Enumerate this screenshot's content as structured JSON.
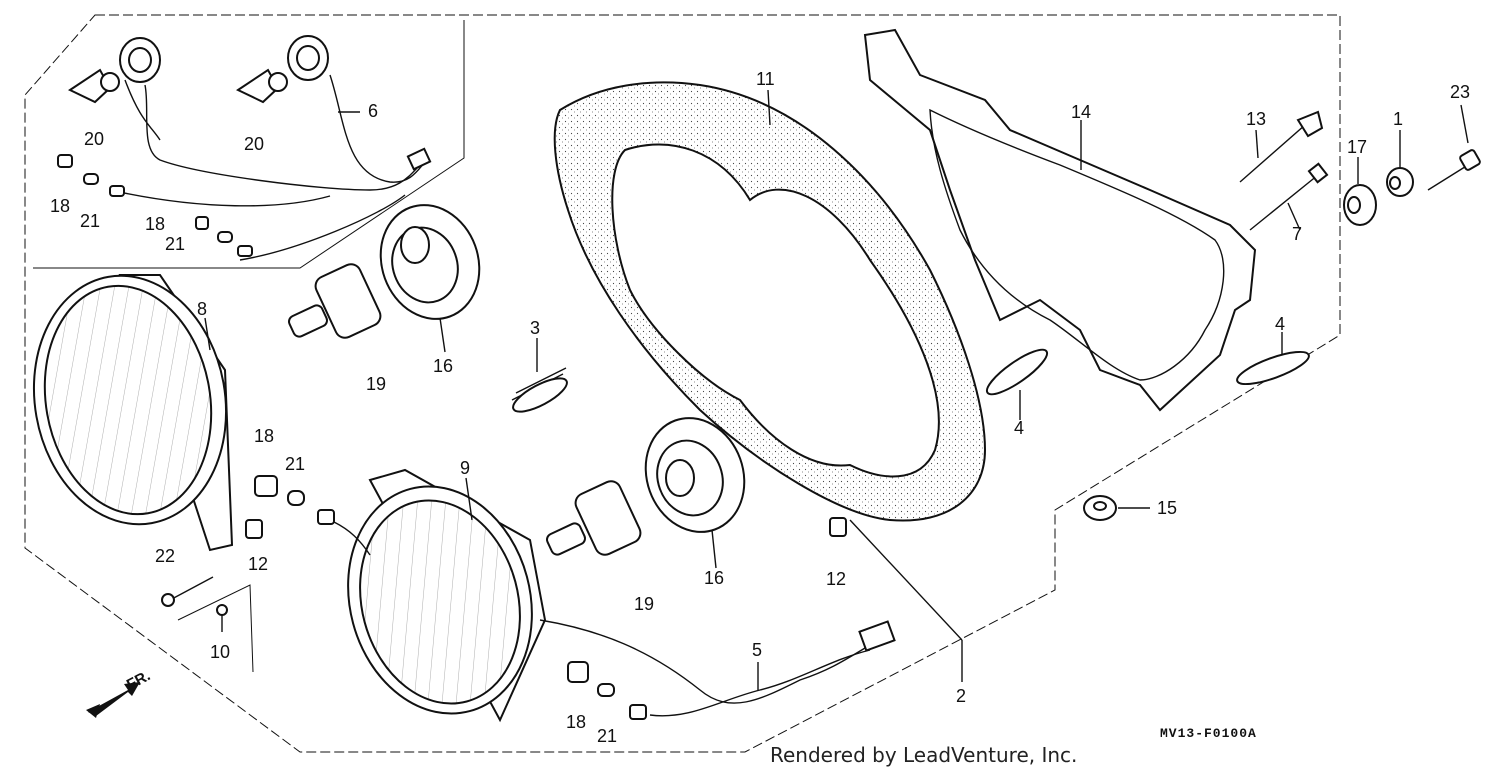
{
  "diagram_code": "MV13-F0100A",
  "credit": "Rendered by LeadVenture, Inc.",
  "direction_label": "FR.",
  "callouts": {
    "c1": "1",
    "c2": "2",
    "c3": "3",
    "c4a": "4",
    "c4b": "4",
    "c5": "5",
    "c6": "6",
    "c7": "7",
    "c8": "8",
    "c9": "9",
    "c10": "10",
    "c11": "11",
    "c12a": "12",
    "c12b": "12",
    "c13": "13",
    "c14": "14",
    "c15": "15",
    "c16a": "16",
    "c16b": "16",
    "c17": "17",
    "c18a": "18",
    "c18b": "18",
    "c18c": "18",
    "c18d": "18",
    "c19a": "19",
    "c19b": "19",
    "c20a": "20",
    "c20b": "20",
    "c21a": "21",
    "c21b": "21",
    "c21c": "21",
    "c21d": "21",
    "c22": "22",
    "c23": "23"
  }
}
